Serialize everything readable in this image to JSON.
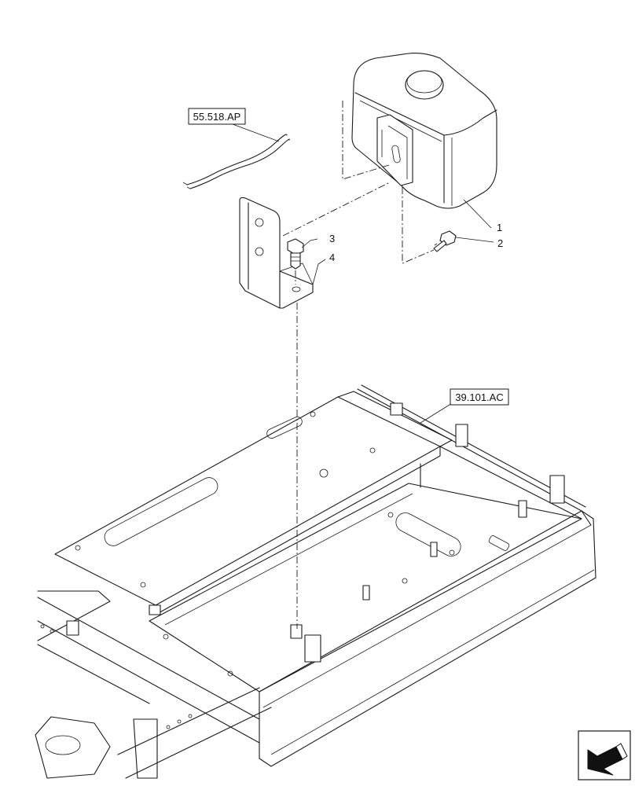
{
  "references": [
    {
      "id": "ref-55518",
      "text": "55.518.AP"
    },
    {
      "id": "ref-39101",
      "text": "39.101.AC"
    }
  ],
  "callouts": [
    {
      "number": "1"
    },
    {
      "number": "2"
    },
    {
      "number": "3"
    },
    {
      "number": "4"
    }
  ],
  "nav_icon": "arrow-icon"
}
